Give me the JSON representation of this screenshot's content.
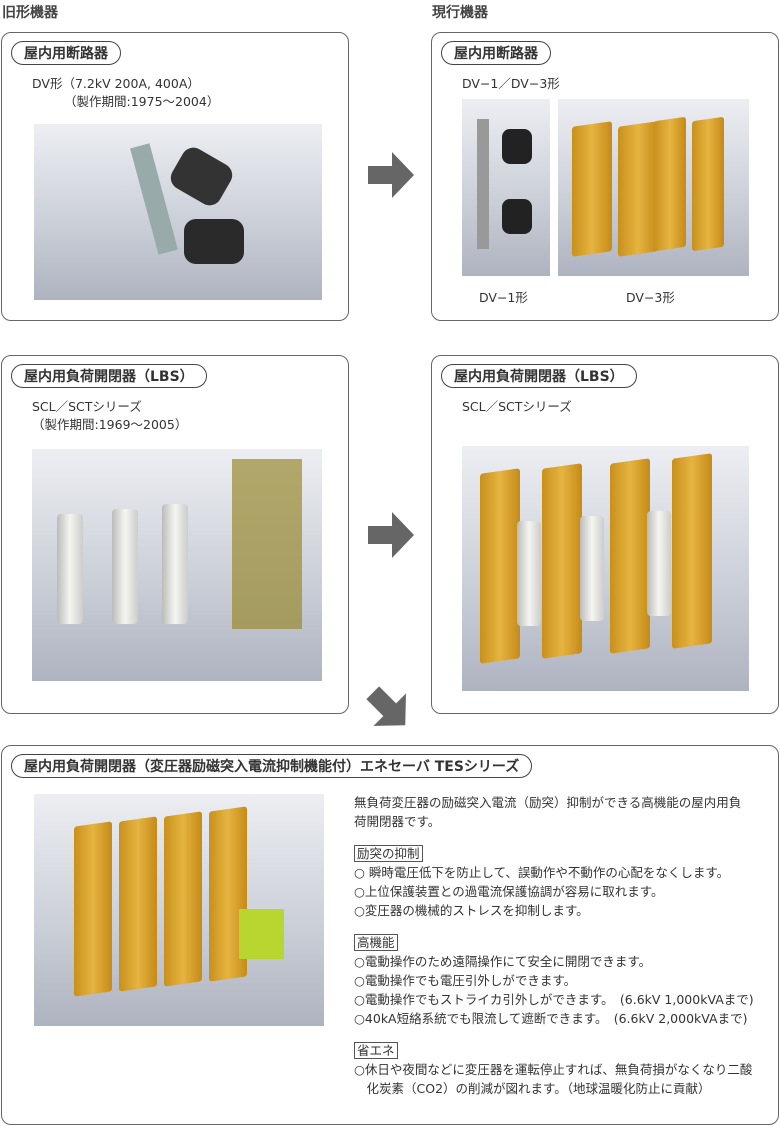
{
  "headers": {
    "old": "旧形機器",
    "current": "現行機器"
  },
  "breaker_old": {
    "title": "屋内用断路器",
    "line1": "DV形（7.2kV 200A, 400A）",
    "line2": "（製作期間:1975～2004）"
  },
  "breaker_new": {
    "title": "屋内用断路器",
    "line1": "DV−1／DV−3形",
    "caption1": "DV−1形",
    "caption3": "DV−3形"
  },
  "lbs_old": {
    "title": "屋内用負荷開閉器（LBS）",
    "line1": "SCL／SCTシリーズ",
    "line2": "（製作期間:1969～2005）"
  },
  "lbs_new": {
    "title": "屋内用負荷開閉器（LBS）",
    "line1": "SCL／SCTシリーズ"
  },
  "tes": {
    "title": "屋内用負荷開閉器（変圧器励磁突入電流抑制機能付）エネセーバ TESシリーズ",
    "intro1": "無負荷変圧器の励磁突入電流（励突）抑制ができる高機能の屋内用負",
    "intro2": "荷開閉器です。",
    "sections": [
      {
        "label": "励突の抑制",
        "items": [
          "○ 瞬時電圧低下を防止して、誤動作や不動作の心配をなくします。",
          "○上位保護装置との過電流保護協調が容易に取れます。",
          "○変圧器の機械的ストレスを抑制します。"
        ]
      },
      {
        "label": "高機能",
        "items": [
          "○電動操作のため遠隔操作にて安全に開閉できます。",
          "○電動操作でも電圧引外しができます。",
          "○電動操作でもストライカ引外しができます。　(6.6kV 1,000kVAまで)",
          "○40kA短絡系統でも限流して遮断できます。　(6.6kV 2,000kVAまで)"
        ]
      },
      {
        "label": "省エネ",
        "items": [
          "○休日や夜間などに変圧器を運転停止すれば、無負荷損がなくなり二酸",
          "　化炭素（CO2）の削減が図れます。（地球温暖化防止に貢献）"
        ]
      }
    ]
  },
  "colors": {
    "arrow": "#666666",
    "border": "#666666"
  }
}
